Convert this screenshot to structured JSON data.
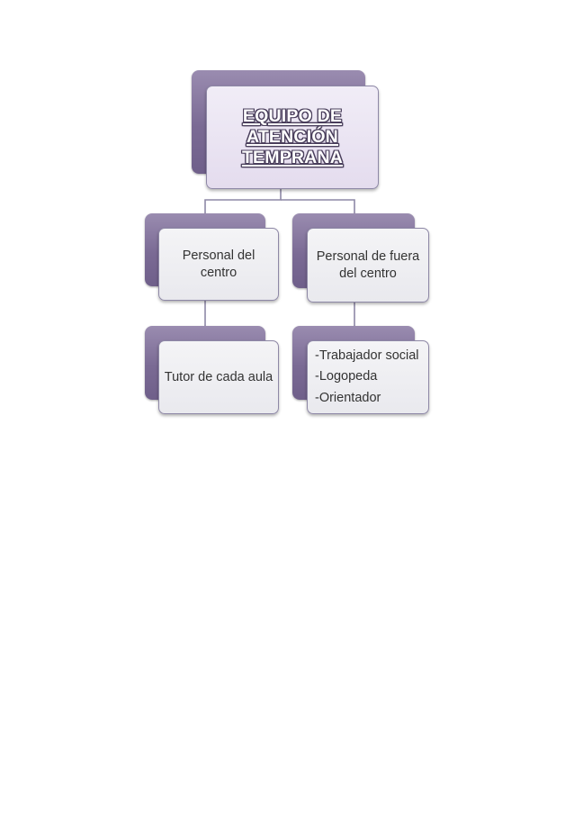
{
  "root": {
    "title_lines": [
      "EQUIPO DE",
      "ATENCIÓN",
      "TEMPRANA"
    ]
  },
  "left_branch": {
    "label_lines": [
      "Personal del",
      "centro"
    ],
    "child_label": "Tutor de cada aula"
  },
  "right_branch": {
    "label_lines": [
      "Personal de fuera",
      "del centro"
    ],
    "child_items": [
      "-Trabajador social",
      "-Logopeda",
      "-Orientador"
    ]
  },
  "colors": {
    "back_shape": "#7a6a94",
    "card_border": "#8e88a6",
    "root_text": "#ffffff",
    "root_text_outline": "#4a3f5c",
    "connector": "#8e88a6"
  }
}
